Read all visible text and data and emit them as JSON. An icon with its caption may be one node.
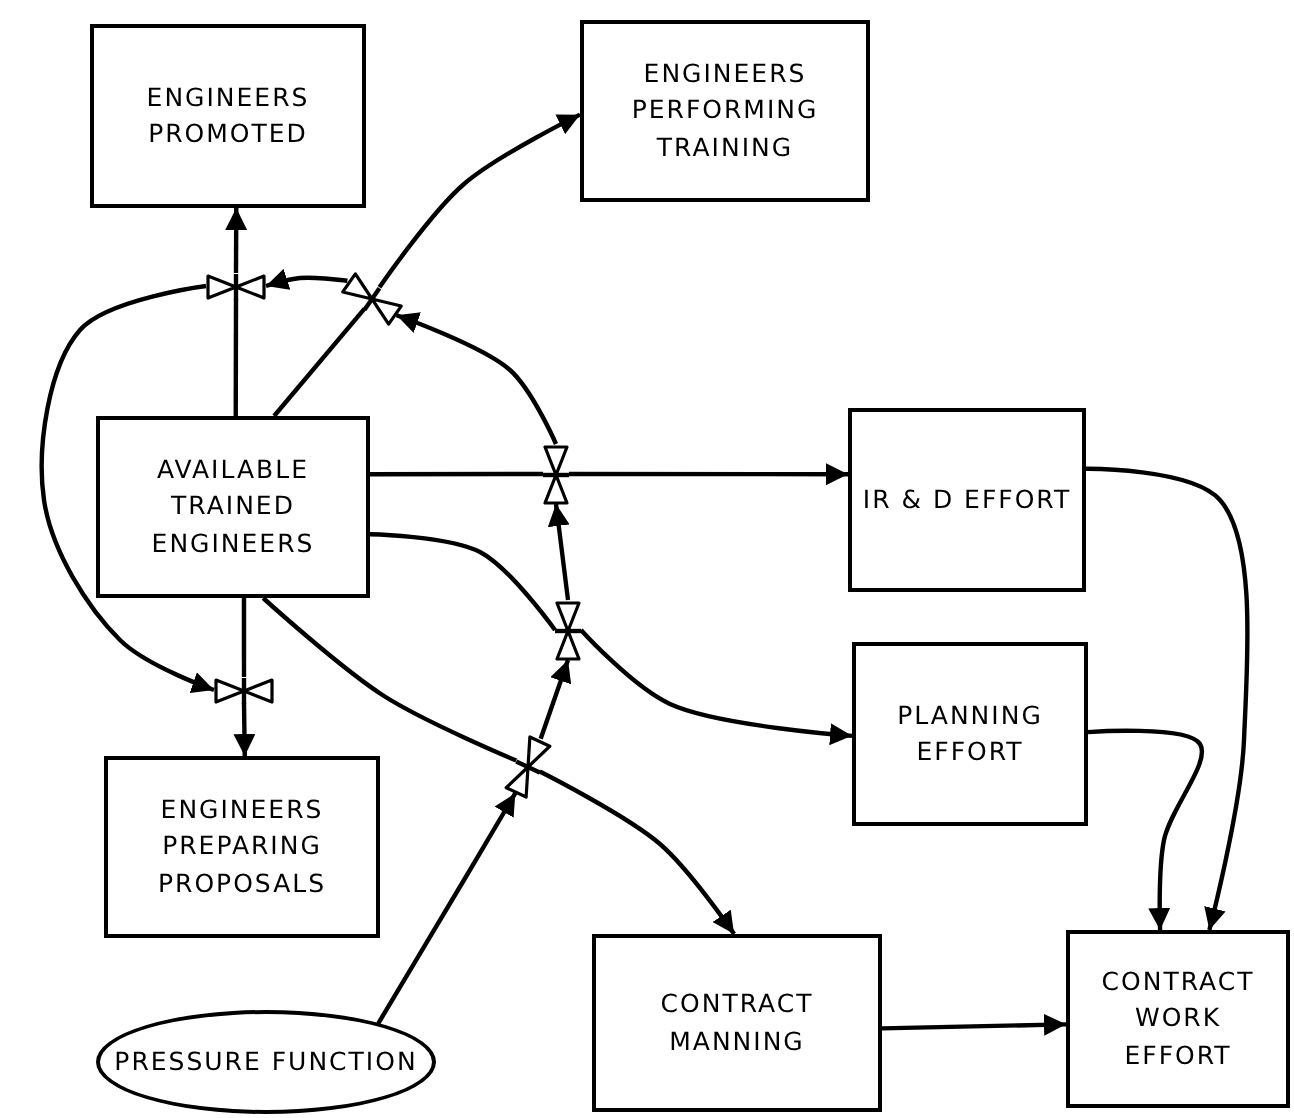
{
  "diagram": {
    "nodes": [
      {
        "text": [
          "ENGINEERS PROMOTED"
        ]
      },
      {
        "text": [
          "ENGINEERS PERFORMING TRAINING"
        ]
      },
      {
        "text": [
          "AVAILABLE TRAINED ENGINEERS"
        ]
      },
      {
        "text": [
          "IR & D EFFORT"
        ]
      },
      {
        "text": [
          "PLANNING EFFORT"
        ]
      },
      {
        "text": [
          "ENGINEERS PREPARING PROPOSALS"
        ]
      },
      {
        "text": [
          "CONTRACT MANNING"
        ]
      },
      {
        "text": [
          "CONTRACT WORK EFFORT"
        ]
      },
      {
        "text": [
          "PRESSURE FUNCTION"
        ]
      },
      {
        "text": [],
        "shape": "valve"
      },
      {
        "text": [],
        "shape": "valve"
      },
      {
        "text": [],
        "shape": "valve"
      },
      {
        "text": [],
        "shape": "valve"
      },
      {
        "text": [],
        "shape": "valve"
      },
      {
        "text": [],
        "shape": "valve"
      }
    ],
    "edges": [
      {
        "from": 2,
        "to": 9,
        "arrow": "none"
      },
      {
        "from": 9,
        "to": 0,
        "arrow": "to"
      },
      {
        "from": 2,
        "to": 10,
        "arrow": "none"
      },
      {
        "from": 10,
        "to": 1,
        "arrow": "to"
      },
      {
        "from": 2,
        "to": 11,
        "arrow": "none"
      },
      {
        "from": 11,
        "to": 3,
        "arrow": "to"
      },
      {
        "from": 2,
        "to": 12,
        "arrow": "none"
      },
      {
        "from": 12,
        "to": 4,
        "arrow": "to"
      },
      {
        "from": 2,
        "to": 13,
        "arrow": "none"
      },
      {
        "from": 13,
        "to": 6,
        "arrow": "to"
      },
      {
        "from": 2,
        "to": 14,
        "arrow": "none"
      },
      {
        "from": 14,
        "to": 5,
        "arrow": "to"
      },
      {
        "from": 3,
        "to": 7,
        "arrow": "to"
      },
      {
        "from": 4,
        "to": 7,
        "arrow": "to"
      },
      {
        "from": 6,
        "to": 7,
        "arrow": "to"
      },
      {
        "from": 8,
        "to": 13,
        "arrow": "to"
      },
      {
        "from": 13,
        "to": 12,
        "arrow": "to"
      },
      {
        "from": 12,
        "to": 11,
        "arrow": "to"
      },
      {
        "from": 11,
        "to": 10,
        "arrow": "to"
      },
      {
        "from": 10,
        "to": 9,
        "arrow": "to"
      },
      {
        "from": 9,
        "to": 14,
        "arrow": "to"
      }
    ]
  }
}
